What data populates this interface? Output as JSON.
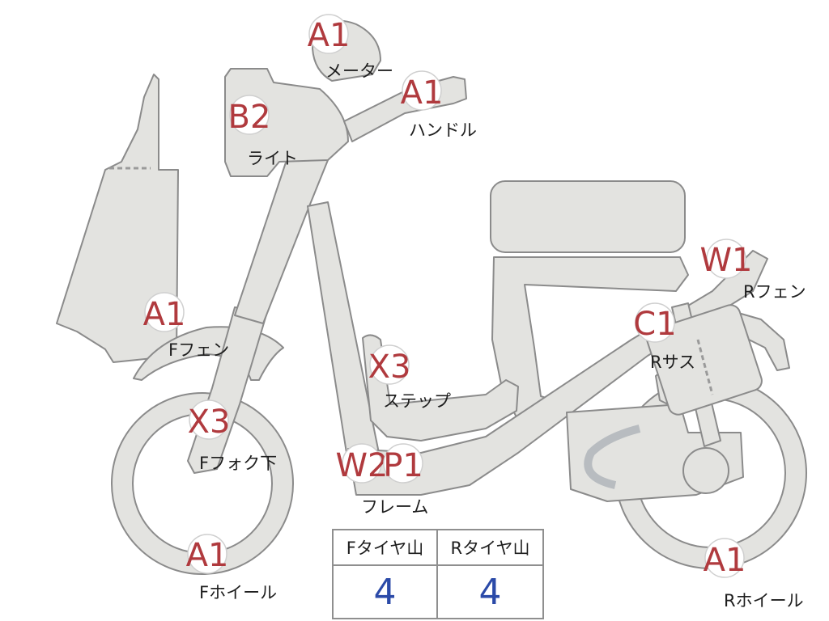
{
  "markers": [
    {
      "id": "meter",
      "grade": "A1",
      "part": "メーター"
    },
    {
      "id": "handle",
      "grade": "A1",
      "part": "ハンドル"
    },
    {
      "id": "light",
      "grade": "B2",
      "part": "ライト"
    },
    {
      "id": "r-fender",
      "grade": "W1",
      "part": "Rフェン"
    },
    {
      "id": "f-fender",
      "grade": "A1",
      "part": "Fフェン"
    },
    {
      "id": "r-sus",
      "grade": "C1",
      "part": "Rサス"
    },
    {
      "id": "step",
      "grade": "X3",
      "part": "ステップ"
    },
    {
      "id": "f-fork",
      "grade": "X3",
      "part": "Fフォク下"
    },
    {
      "id": "frame-w",
      "grade": "W2",
      "part": ""
    },
    {
      "id": "frame-p",
      "grade": "P1",
      "part": "フレーム"
    },
    {
      "id": "f-wheel",
      "grade": "A1",
      "part": "Fホイール"
    },
    {
      "id": "r-wheel",
      "grade": "A1",
      "part": "Rホイール"
    }
  ],
  "tire_table": {
    "front_label": "Fタイヤ山",
    "rear_label": "Rタイヤ山",
    "front_value": "4",
    "rear_value": "4"
  },
  "colors": {
    "body": "#e3e3e0",
    "outline": "#8b8b8b",
    "grade": "#b03a3e",
    "tire_value": "#2b4aa8"
  }
}
